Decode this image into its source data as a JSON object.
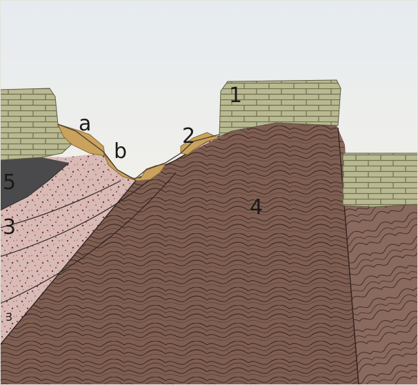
{
  "diagram": {
    "labels": {
      "l1": "1",
      "l2": "2",
      "l3": "3",
      "l3_small": "3",
      "l4": "4",
      "l5": "5",
      "la": "a",
      "lb": "b"
    },
    "colors": {
      "sky_top": "#e9edf0",
      "sky_bottom": "#f3f2ec",
      "limestone": "#b9b992",
      "brick_line": "#6f6e4e",
      "pink_rock": "#d7b7b2",
      "pink_speck": "#8d3b46",
      "dark_rock": "#4a4a4c",
      "brown_rock": "#7f5e52",
      "brown_line": "#3f2a25",
      "tan_sediment": "#c9a35e"
    },
    "icons": [
      "limestone-brick-pattern",
      "folded-strata-pattern",
      "speckle-pattern"
    ]
  }
}
